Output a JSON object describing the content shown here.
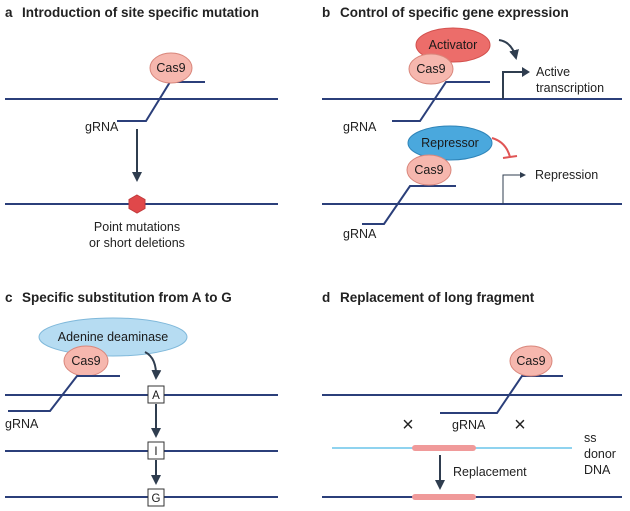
{
  "colors": {
    "dna": "#2b3f7a",
    "cas9_fill": "#f6b7ae",
    "cas9_stroke": "#d9867b",
    "activator_fill": "#ec6d6a",
    "repressor_fill": "#4aa8dd",
    "deaminase_fill": "#b6dcf2",
    "mutation_marker": "#e0484a",
    "ss_donor": "#8fd3ef",
    "replacement_segment": "#f09a9a",
    "inhibit_arrow": "#e05555"
  },
  "panels": {
    "a": {
      "label": "a",
      "title": "Introduction of site specific mutation",
      "cas9": "Cas9",
      "grna": "gRNA",
      "result_line1": "Point mutations",
      "result_line2": "or short deletions"
    },
    "b": {
      "label": "b",
      "title": "Control of specific gene expression",
      "activator": "Activator",
      "cas9_top": "Cas9",
      "grna_top": "gRNA",
      "active_line1": "Active",
      "active_line2": "transcription",
      "repressor": "Repressor",
      "cas9_bottom": "Cas9",
      "grna_bottom": "gRNA",
      "repression": "Repression"
    },
    "c": {
      "label": "c",
      "title": "Specific substitution from A to G",
      "deaminase": "Adenine deaminase",
      "cas9": "Cas9",
      "grna": "gRNA",
      "base_1": "A",
      "base_2": "I",
      "base_3": "G"
    },
    "d": {
      "label": "d",
      "title": "Replacement of long fragment",
      "cas9": "Cas9",
      "grna": "gRNA",
      "cross_icon": "×",
      "donor_line1": "ss",
      "donor_line2": "donor",
      "donor_line3": "DNA",
      "replacement": "Replacement"
    }
  }
}
